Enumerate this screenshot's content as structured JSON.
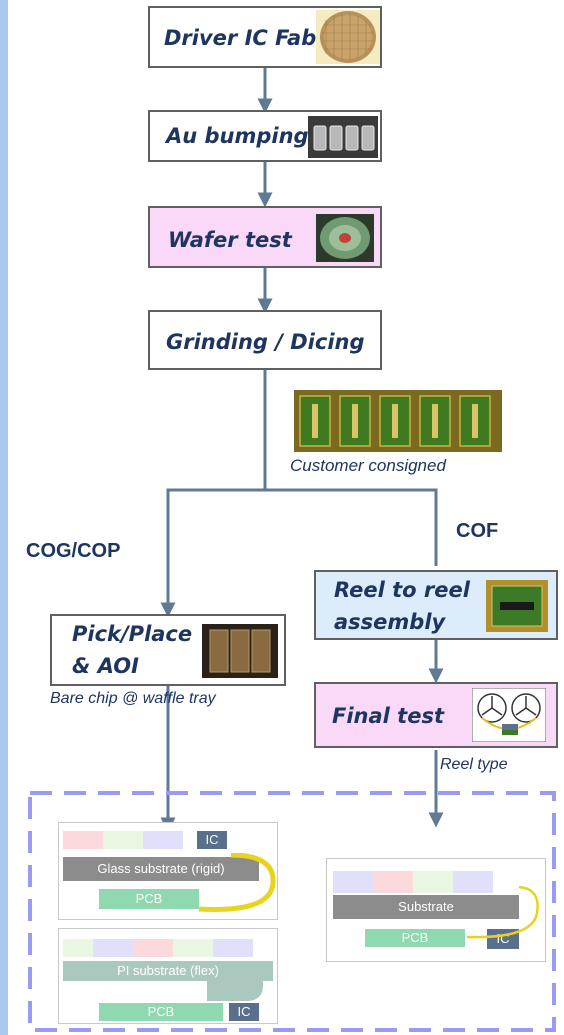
{
  "steps": {
    "driver_ic_fab": "Driver IC Fab",
    "au_bumping": "Au bumping",
    "wafer_test": "Wafer test",
    "grinding_dicing": "Grinding / Dicing",
    "pick_place_line1": "Pick/Place",
    "pick_place_line2": "& AOI",
    "reel_to_reel_line1": "Reel to reel",
    "reel_to_reel_line2": "assembly",
    "final_test": "Final test"
  },
  "branches": {
    "cog_cop": "COG/COP",
    "cof": "COF"
  },
  "captions": {
    "customer_consigned": "Customer consigned",
    "bare_chip": "Bare chip @ waffle tray",
    "reel_type": "Reel type"
  },
  "panels": {
    "glass": {
      "ic": "IC",
      "substrate": "Glass substrate (rigid)",
      "pcb": "PCB"
    },
    "flex": {
      "substrate": "PI substrate (flex)",
      "pcb": "PCB",
      "ic": "IC"
    },
    "cof": {
      "substrate": "Substrate",
      "pcb": "PCB",
      "ic": "IC"
    }
  },
  "colors": {
    "box_border": "#606060",
    "arrow": "#5f7a95",
    "pink_fill": "#f9d9f7",
    "blue_fill": "#dcecfb",
    "text_navy": "#1e3560",
    "dashed_frame": "#9a9af5",
    "ic_block": "#5a6f8c",
    "pcb_green": "#90d8b0",
    "substrate_gray": "#8c8c8c",
    "flex_connector": "#e8d41c"
  }
}
